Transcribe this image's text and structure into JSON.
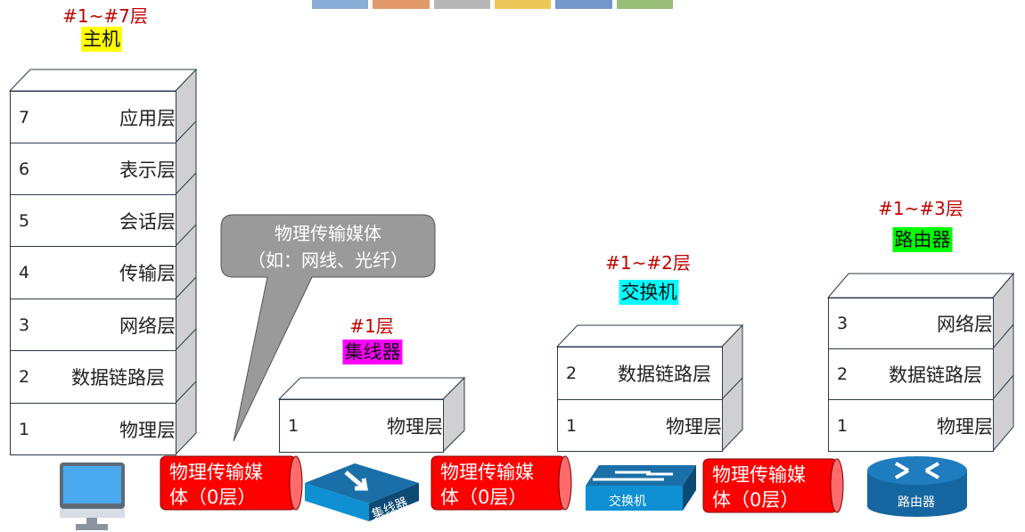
{
  "colors": {
    "level": "#c00000",
    "host_bg": "#ffff00",
    "hub_bg": "#ff00ff",
    "switch_bg": "#00ffff",
    "router_bg": "#00ff00",
    "medium": "#ff0000",
    "device_blue": "#1a6fa8",
    "callout": "#9a9a9a"
  },
  "host": {
    "levels": "#1~#7层",
    "name": "主机",
    "layers": [
      {
        "num": "7",
        "label": "应用层"
      },
      {
        "num": "6",
        "label": "表示层"
      },
      {
        "num": "5",
        "label": "会话层"
      },
      {
        "num": "4",
        "label": "传输层"
      },
      {
        "num": "3",
        "label": "网络层"
      },
      {
        "num": "2",
        "label": "数据链路层"
      },
      {
        "num": "1",
        "label": "物理层"
      }
    ]
  },
  "hub": {
    "levels": "#1层",
    "name": "集线器",
    "layers": [
      {
        "num": "1",
        "label": "物理层"
      }
    ],
    "icon_label": "集线器"
  },
  "switch": {
    "levels": "#1~#2层",
    "name": "交换机",
    "layers": [
      {
        "num": "2",
        "label": "数据链路层"
      },
      {
        "num": "1",
        "label": "物理层"
      }
    ],
    "icon_label": "交换机"
  },
  "router": {
    "levels": "#1~#3层",
    "name": "路由器",
    "layers": [
      {
        "num": "3",
        "label": "网络层"
      },
      {
        "num": "2",
        "label": "数据链路层"
      },
      {
        "num": "1",
        "label": "物理层"
      }
    ],
    "icon_label": "路由器"
  },
  "callout": {
    "line1": "物理传输媒体",
    "line2": "（如：网线、光纤）"
  },
  "media": [
    {
      "line1": "物理传输媒",
      "line2": "体（0层）"
    },
    {
      "line1": "物理传输媒",
      "line2": "体（0层）"
    },
    {
      "line1": "物理传输媒",
      "line2": "体（0层）"
    }
  ]
}
